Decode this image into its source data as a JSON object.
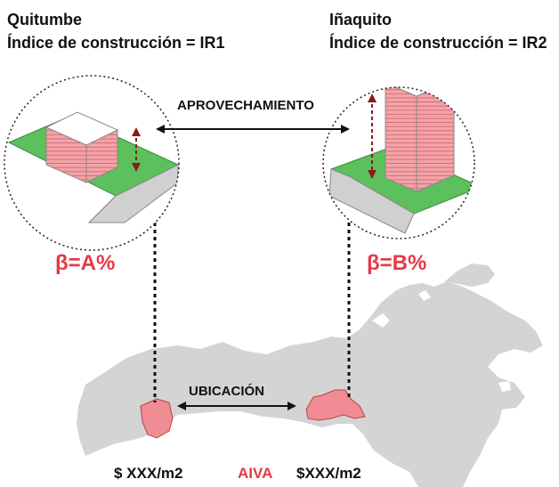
{
  "left": {
    "zone": "Quitumbe",
    "index": "Índice de construcción = IR1",
    "beta": "β=A%",
    "price": "$ XXX/m2"
  },
  "right": {
    "zone": "Iñaquito",
    "index": "Índice de construcción = IR2",
    "beta": "β=B%",
    "price": "$XXX/m2"
  },
  "aprovechamiento": "APROVECHAMIENTO",
  "ubicacion": "UBICACIÓN",
  "aiva": "AIVA",
  "colors": {
    "accent_red": "#e63946",
    "building_pink": "#f4a3a8",
    "ground_green": "#5cc05c",
    "map_grey": "#d3d3d3",
    "zone_red": "#f08c93"
  }
}
